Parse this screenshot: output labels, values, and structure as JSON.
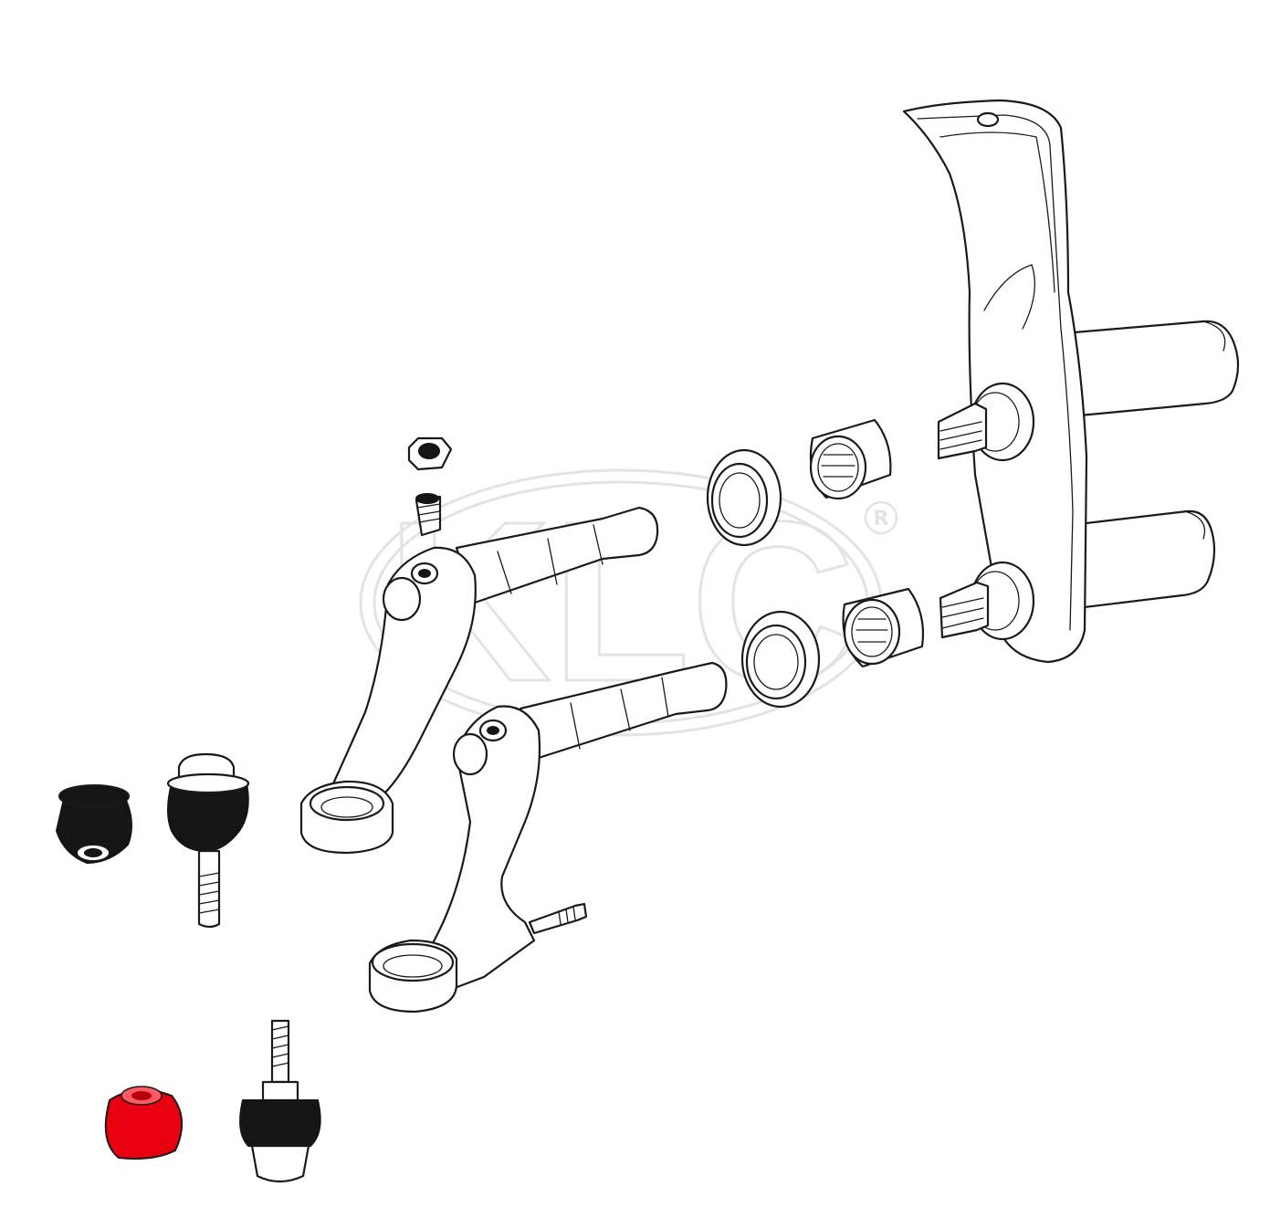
{
  "watermark": {
    "text": "KLC",
    "registered_mark": "R"
  },
  "colors": {
    "line": "#1a1a1a",
    "highlight": "#e8000f",
    "watermark": "#e3e3e3"
  },
  "parts": [
    "torsion-arm-upper",
    "torsion-arm-lower",
    "needle-bearing-upper",
    "needle-bearing-lower",
    "seal-upper",
    "seal-lower",
    "axle-beam",
    "nut",
    "grub-screw",
    "upper-ball-joint",
    "upper-boot",
    "lower-ball-joint",
    "lower-boot-highlighted"
  ]
}
